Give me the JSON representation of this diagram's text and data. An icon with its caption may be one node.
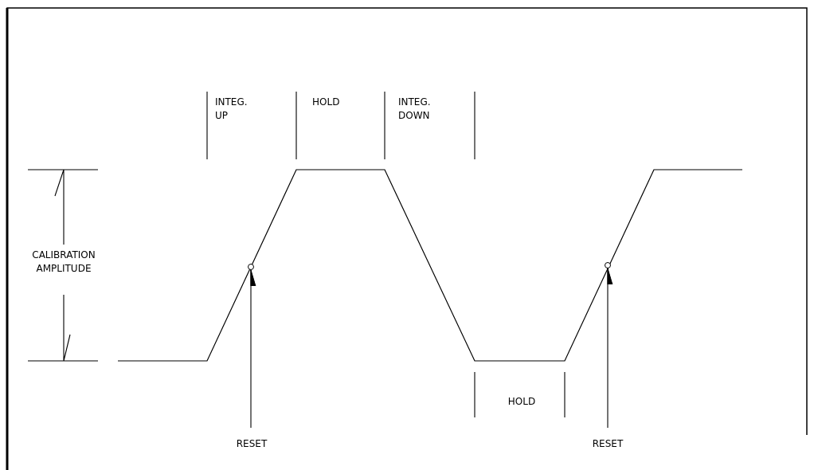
{
  "diagram": {
    "nodes": [
      {
        "text": [],
        "shape": "circle"
      },
      {
        "text": [
          "RESET"
        ]
      },
      {
        "text": [],
        "shape": "circle"
      },
      {
        "text": [
          "RESET"
        ]
      }
    ],
    "edges": [
      {
        "from": 1,
        "to": 0,
        "arrow": "to"
      },
      {
        "from": 3,
        "to": 2,
        "arrow": "to"
      }
    ],
    "labels": [
      "INTEG. UP",
      "HOLD",
      "INTEG. DOWN",
      "CALIBRATION AMPLITUDE",
      "HOLD"
    ]
  }
}
